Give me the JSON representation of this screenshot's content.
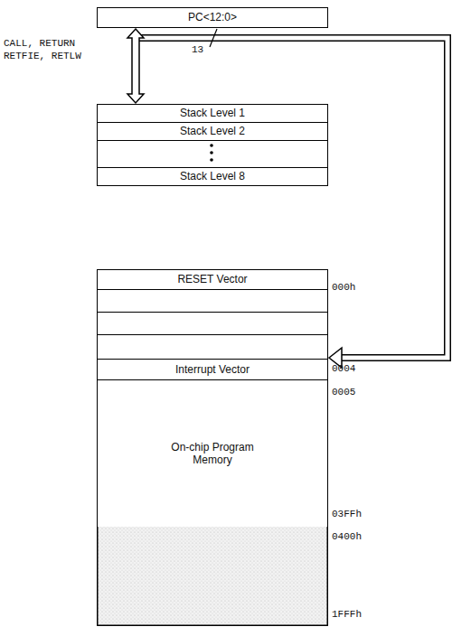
{
  "diagram": {
    "nodes": [
      {
        "text": [
          "PC<12:0>"
        ]
      },
      {
        "text": [
          "Stack Level 1"
        ]
      },
      {
        "text": [
          "Stack Level 2"
        ]
      },
      {
        "text": [
          "Stack Level 8"
        ]
      },
      {
        "text": [
          "RESET Vector"
        ]
      },
      {
        "text": [
          "Interrupt Vector"
        ]
      },
      {
        "text": [
          "On-chip Program Memory"
        ]
      }
    ],
    "edges": [
      {
        "from": 0,
        "to": 1,
        "arrow": "both"
      }
    ],
    "labels": [
      "CALL, RETURN RETFIE, RETLW",
      "13",
      "000h",
      "0004",
      "0005",
      "03FFh",
      "0400h",
      "1FFFh"
    ]
  }
}
